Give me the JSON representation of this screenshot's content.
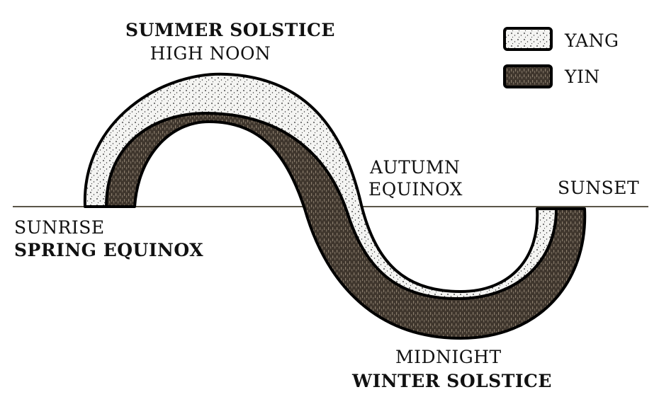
{
  "diagram": {
    "labels": {
      "summer_solstice": "SUMMER SOLSTICE",
      "high_noon": "HIGH NOON",
      "autumn": "AUTUMN",
      "equinox": "EQUINOX",
      "sunset": "SUNSET",
      "sunrise": "SUNRISE",
      "spring_equinox": "SPRING EQUINOX",
      "midnight": "MIDNIGHT",
      "winter_solstice": "WINTER SOLSTICE"
    },
    "legend": [
      {
        "label": "YANG",
        "color": "#f2f2f2"
      },
      {
        "label": "YIN",
        "color": "#4a4036"
      }
    ]
  }
}
